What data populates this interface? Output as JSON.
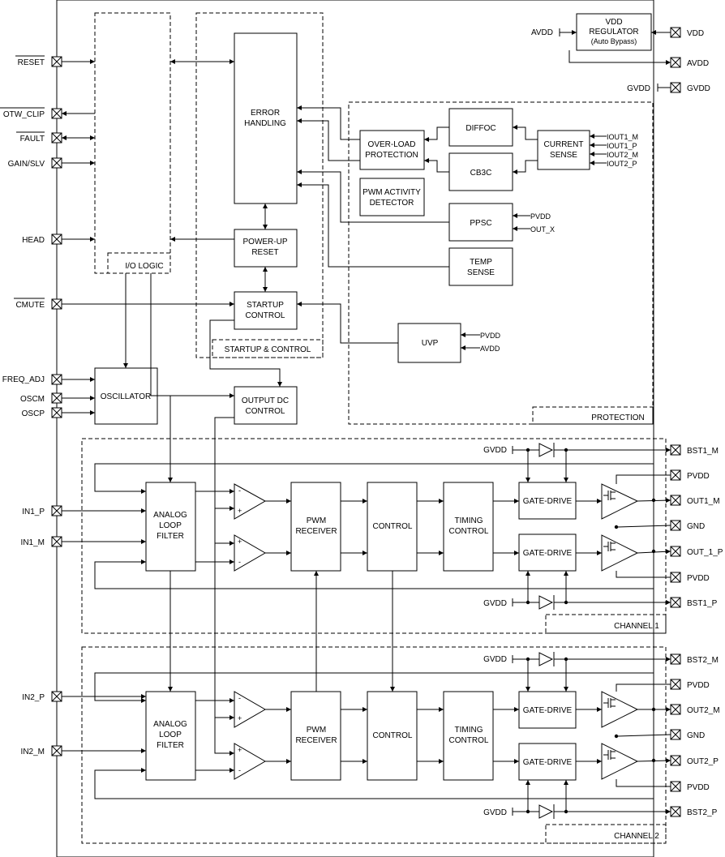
{
  "blocks": {
    "vdd_regulator": [
      "VDD",
      "REGULATOR",
      "(Auto Bypass)"
    ],
    "error_handling": [
      "ERROR",
      "HANDLING"
    ],
    "power_up_reset": [
      "POWER-UP",
      "RESET"
    ],
    "startup_control": [
      "STARTUP",
      "CONTROL"
    ],
    "output_dc_control": [
      "OUTPUT DC",
      "CONTROL"
    ],
    "oscillator": [
      "OSCILLATOR"
    ],
    "io_logic": [
      "I/O LOGIC"
    ],
    "startup_and_control": [
      "STARTUP & CONTROL"
    ],
    "protection": [
      "PROTECTION"
    ],
    "diffoc": [
      "DIFFOC"
    ],
    "cb3c": [
      "CB3C"
    ],
    "current_sense": [
      "CURRENT",
      "SENSE"
    ],
    "over_load_protection": [
      "OVER-LOAD",
      "PROTECTION"
    ],
    "pwm_activity_detector": [
      "PWM ACTIVITY",
      "DETECTOR"
    ],
    "ppsc": [
      "PPSC"
    ],
    "temp_sense": [
      "TEMP",
      "SENSE"
    ],
    "uvp": [
      "UVP"
    ],
    "channel1": [
      "CHANNEL 1"
    ],
    "channel2": [
      "CHANNEL 2"
    ],
    "analog_loop_filter": [
      "ANALOG",
      "LOOP",
      "FILTER"
    ],
    "pwm_receiver": [
      "PWM",
      "RECEIVER"
    ],
    "control": [
      "CONTROL"
    ],
    "timing_control": [
      "TIMING",
      "CONTROL"
    ],
    "gate_drive": [
      "GATE-DRIVE"
    ]
  },
  "left_pins": {
    "reset": "RESET",
    "otw_clip": "OTW_CLIP",
    "fault": "FAULT",
    "gain_slv": "GAIN/SLV",
    "head": "HEAD",
    "cmute": "CMUTE",
    "freq_adj": "FREQ_ADJ",
    "oscm": "OSCM",
    "oscp": "OSCP",
    "in1_p": "IN1_P",
    "in1_m": "IN1_M",
    "in2_p": "IN2_P",
    "in2_m": "IN2_M"
  },
  "right_pins": {
    "vdd": "VDD",
    "avdd": "AVDD",
    "gvdd": "GVDD",
    "bst1_m": "BST1_M",
    "pvdd_1a": "PVDD",
    "out1_m": "OUT1_M",
    "gnd_1": "GND",
    "out_1_p": "OUT_1_P",
    "pvdd_1b": "PVDD",
    "bst1_p": "BST1_P",
    "bst2_m": "BST2_M",
    "pvdd_2a": "PVDD",
    "out2_m": "OUT2_M",
    "gnd_2": "GND",
    "out2_p": "OUT2_P",
    "pvdd_2b": "PVDD",
    "bst2_p": "BST2_P"
  },
  "inner_labels": {
    "avdd_in": "AVDD",
    "gvdd_in": "GVDD",
    "iout1_m": "IOUT1_M",
    "iout1_p": "IOUT1_P",
    "iout2_m": "IOUT2_M",
    "iout2_p": "IOUT2_P",
    "ppsc_pvdd": "PVDD",
    "ppsc_out_x": "OUT_X",
    "uvp_pvdd": "PVDD",
    "uvp_avdd": "AVDD",
    "gvdd_bst1_m": "GVDD",
    "gvdd_bst1_p": "GVDD",
    "gvdd_bst2_m": "GVDD",
    "gvdd_bst2_p": "GVDD"
  },
  "comparator_signs": {
    "minus": "-",
    "plus": "+"
  }
}
